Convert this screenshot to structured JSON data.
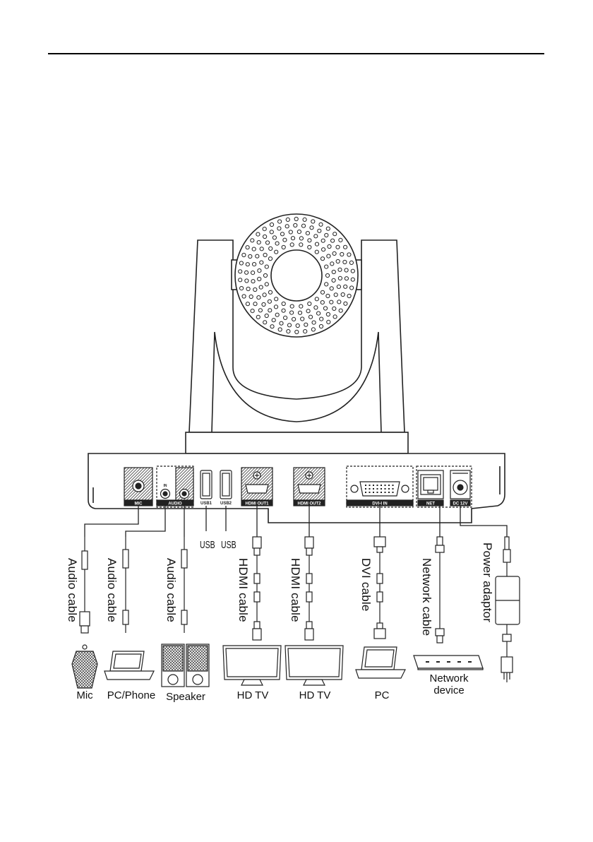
{
  "ports": {
    "mic": "MIC",
    "audio": "AUDIO",
    "in": "IN",
    "usb1": "USB1",
    "usb2": "USB2",
    "hdmi_out1": "HDMI OUT1",
    "hdmi_out2": "HDMI OUT2",
    "dvi_in": "DVI-I  IN",
    "net": "NET",
    "dc": "DC 12V"
  },
  "cables": {
    "audio1": "Audio cable",
    "audio2": "Audio cable",
    "audio3": "Audio cable",
    "usb1": "USB",
    "usb2": "USB",
    "hdmi1": "HDMI cable",
    "hdmi2": "HDMI cable",
    "dvi": "DVI cable",
    "network": "Network cable",
    "power": "Power adaptor"
  },
  "devices": {
    "mic": "Mic",
    "pc_phone": "PC/Phone",
    "speaker": "Speaker",
    "hdtv1": "HD TV",
    "hdtv2": "HD TV",
    "pc": "PC",
    "network_line1": "Network",
    "network_line2": "device"
  }
}
